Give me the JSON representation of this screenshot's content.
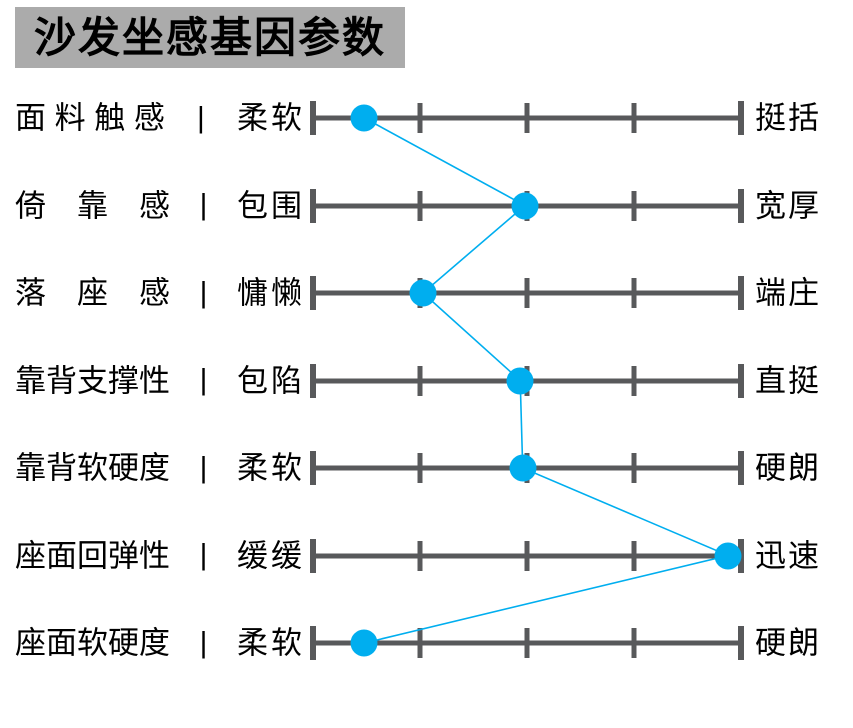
{
  "title": "沙发坐感基因参数",
  "separator": "|",
  "colors": {
    "accent_dot": "#00aeef",
    "connector_line": "#00aeef",
    "track": "#58595b",
    "title_background": "#ababab",
    "text": "#000000"
  },
  "chart_data": {
    "type": "line",
    "variant": "semantic-differential-slider-profile",
    "title": "沙发坐感基因参数",
    "scale": {
      "ticks_per_track": 5,
      "range": [
        0,
        1
      ],
      "grid": "tick-marks-only"
    },
    "legend_position": "none",
    "rows": [
      {
        "name": "面 料 触 感",
        "left_label": "柔软",
        "right_label": "挺括",
        "value": 0.12
      },
      {
        "name": "倚　靠　感",
        "left_label": "包围",
        "right_label": "宽厚",
        "value": 0.495
      },
      {
        "name": "落　座　感",
        "left_label": "慵懒",
        "right_label": "端庄",
        "value": 0.257
      },
      {
        "name": "靠背支撑性",
        "left_label": "包陷",
        "right_label": "直挺",
        "value": 0.484
      },
      {
        "name": "靠背软硬度",
        "left_label": "柔软",
        "right_label": "硬朗",
        "value": 0.49
      },
      {
        "name": "座面回弹性",
        "left_label": "缓缓",
        "right_label": "迅速",
        "value": 0.97
      },
      {
        "name": "座面软硬度",
        "left_label": "柔软",
        "right_label": "硬朗",
        "value": 0.12
      }
    ]
  }
}
